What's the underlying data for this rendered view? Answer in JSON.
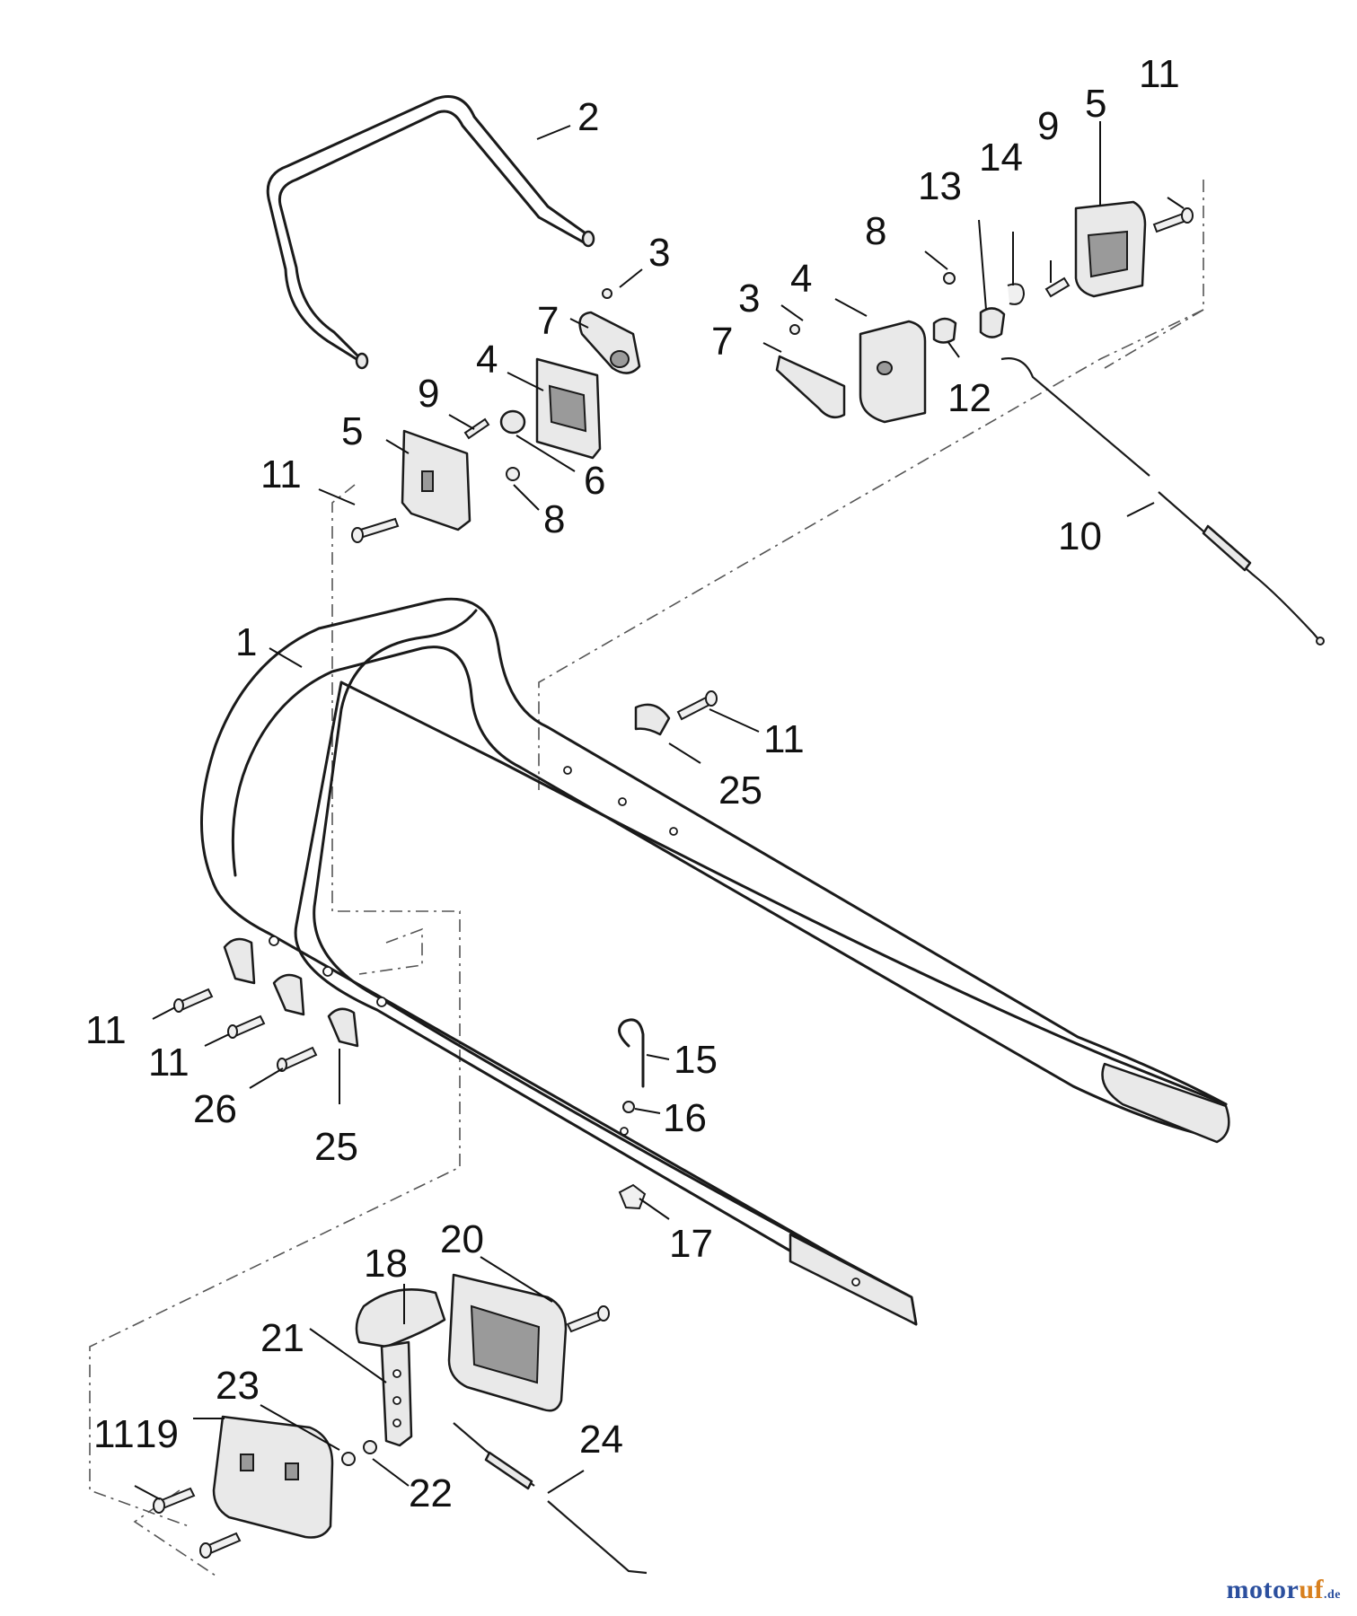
{
  "diagram": {
    "callouts": [
      {
        "id": "c1",
        "text": "1"
      },
      {
        "id": "c2",
        "text": "2"
      },
      {
        "id": "c3a",
        "text": "3"
      },
      {
        "id": "c3b",
        "text": "3"
      },
      {
        "id": "c4a",
        "text": "4"
      },
      {
        "id": "c4b",
        "text": "4"
      },
      {
        "id": "c5a",
        "text": "5"
      },
      {
        "id": "c5b",
        "text": "5"
      },
      {
        "id": "c6",
        "text": "6"
      },
      {
        "id": "c7a",
        "text": "7"
      },
      {
        "id": "c7b",
        "text": "7"
      },
      {
        "id": "c8a",
        "text": "8"
      },
      {
        "id": "c8b",
        "text": "8"
      },
      {
        "id": "c9a",
        "text": "9"
      },
      {
        "id": "c9b",
        "text": "9"
      },
      {
        "id": "c10",
        "text": "10"
      },
      {
        "id": "c11a",
        "text": "11"
      },
      {
        "id": "c11b",
        "text": "11"
      },
      {
        "id": "c11c",
        "text": "11"
      },
      {
        "id": "c11d",
        "text": "11"
      },
      {
        "id": "c11e",
        "text": "11"
      },
      {
        "id": "c11f",
        "text": "11"
      },
      {
        "id": "c12",
        "text": "12"
      },
      {
        "id": "c13",
        "text": "13"
      },
      {
        "id": "c14",
        "text": "14"
      },
      {
        "id": "c15",
        "text": "15"
      },
      {
        "id": "c16",
        "text": "16"
      },
      {
        "id": "c17",
        "text": "17"
      },
      {
        "id": "c18",
        "text": "18"
      },
      {
        "id": "c19",
        "text": "19"
      },
      {
        "id": "c20",
        "text": "20"
      },
      {
        "id": "c21",
        "text": "21"
      },
      {
        "id": "c22",
        "text": "22"
      },
      {
        "id": "c23",
        "text": "23"
      },
      {
        "id": "c24",
        "text": "24"
      },
      {
        "id": "c25a",
        "text": "25"
      },
      {
        "id": "c25b",
        "text": "25"
      },
      {
        "id": "c26",
        "text": "26"
      }
    ]
  },
  "watermark": {
    "main": "motor",
    "accent": "uf",
    "tld": ".de"
  }
}
